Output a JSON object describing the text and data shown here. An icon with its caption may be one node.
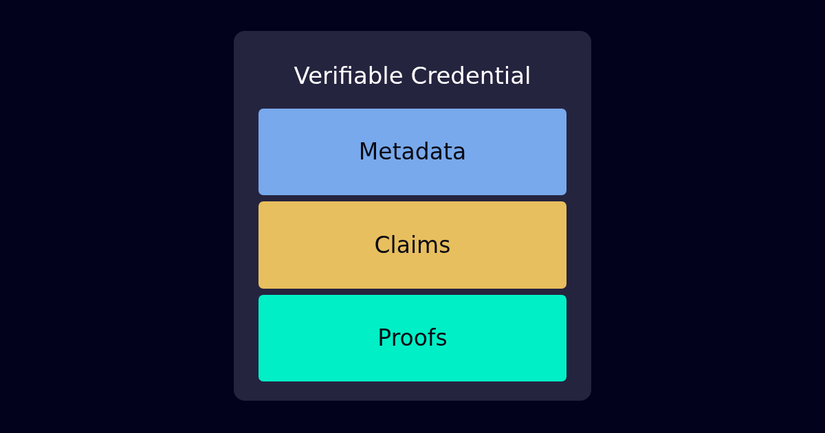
{
  "diagram": {
    "nodes": [
      {
        "text": [
          "Verifiable Credential"
        ]
      },
      {
        "text": [
          "Metadata"
        ],
        "in": 0
      },
      {
        "text": [
          "Claims"
        ],
        "in": 0
      },
      {
        "text": [
          "Proofs"
        ],
        "in": 0
      }
    ]
  }
}
